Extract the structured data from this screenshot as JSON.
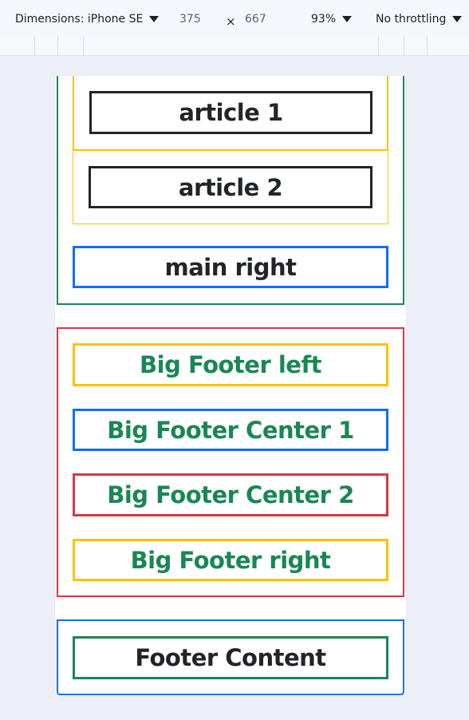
{
  "toolbar": {
    "device_label": "Dimensions: iPhone SE",
    "width": "375",
    "times": "×",
    "height": "667",
    "zoom": "93%",
    "throttling": "No throttling"
  },
  "page": {
    "article1": "article 1",
    "article2": "article 2",
    "main_right": "main right",
    "big_footer_left": "Big Footer left",
    "big_footer_center1": "Big Footer Center 1",
    "big_footer_center2": "Big Footer Center 2",
    "big_footer_right": "Big Footer right",
    "footer_content": "Footer Content"
  },
  "colors": {
    "green": "#198754",
    "yellow": "#ffc107",
    "blue": "#0d6efd",
    "red": "#dc3545",
    "dark": "#212529"
  }
}
